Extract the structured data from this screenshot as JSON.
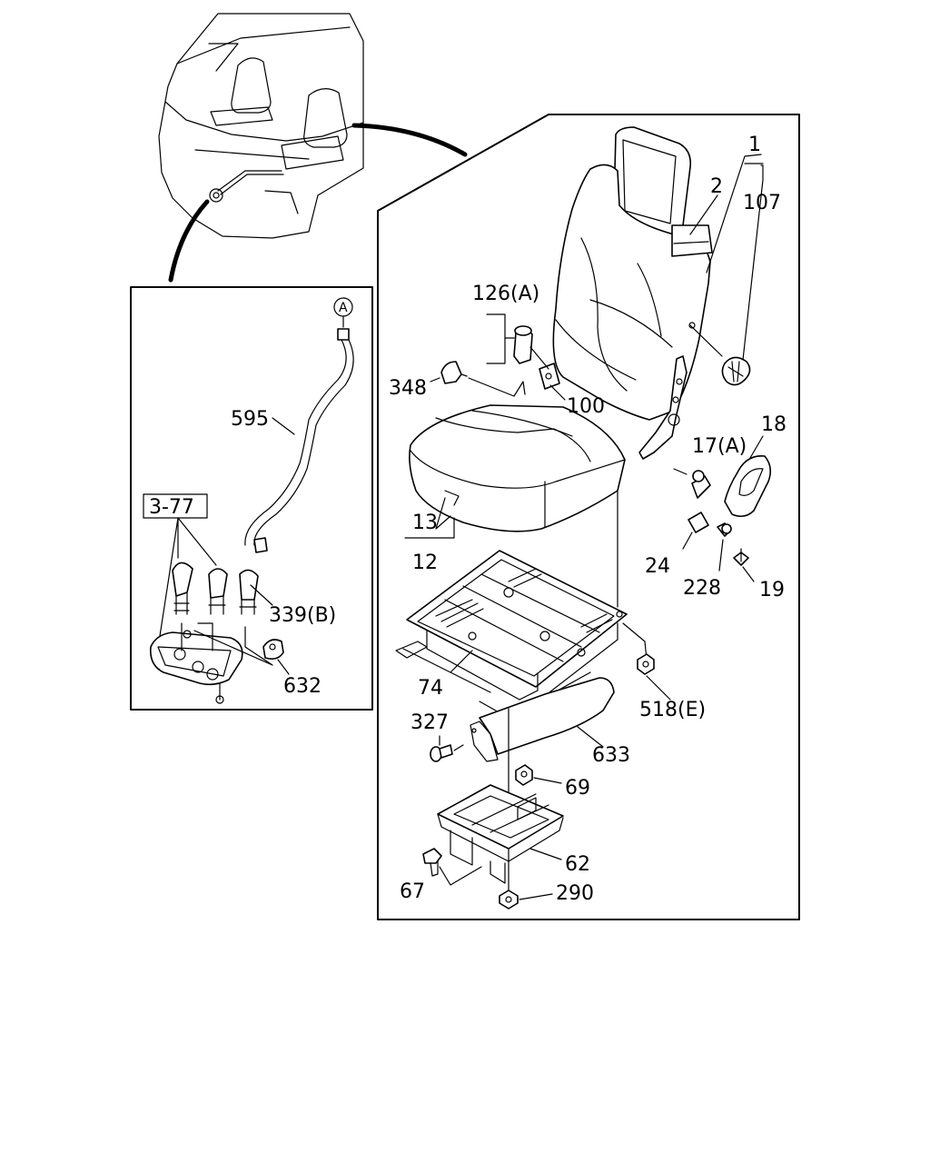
{
  "labels": {
    "l1": "1",
    "l2": "2",
    "l107": "107",
    "l126a": "126(A)",
    "l348": "348",
    "l100": "100",
    "l18": "18",
    "l17a": "17(A)",
    "l13": "13",
    "l12": "12",
    "l24": "24",
    "l228": "228",
    "l19": "19",
    "l74": "74",
    "l518e": "518(E)",
    "l327": "327",
    "l633": "633",
    "l69": "69",
    "l62": "62",
    "l67": "67",
    "l290": "290",
    "l595": "595",
    "l377": "3-77",
    "l339b": "339(B)",
    "l632": "632",
    "refA": "A"
  }
}
